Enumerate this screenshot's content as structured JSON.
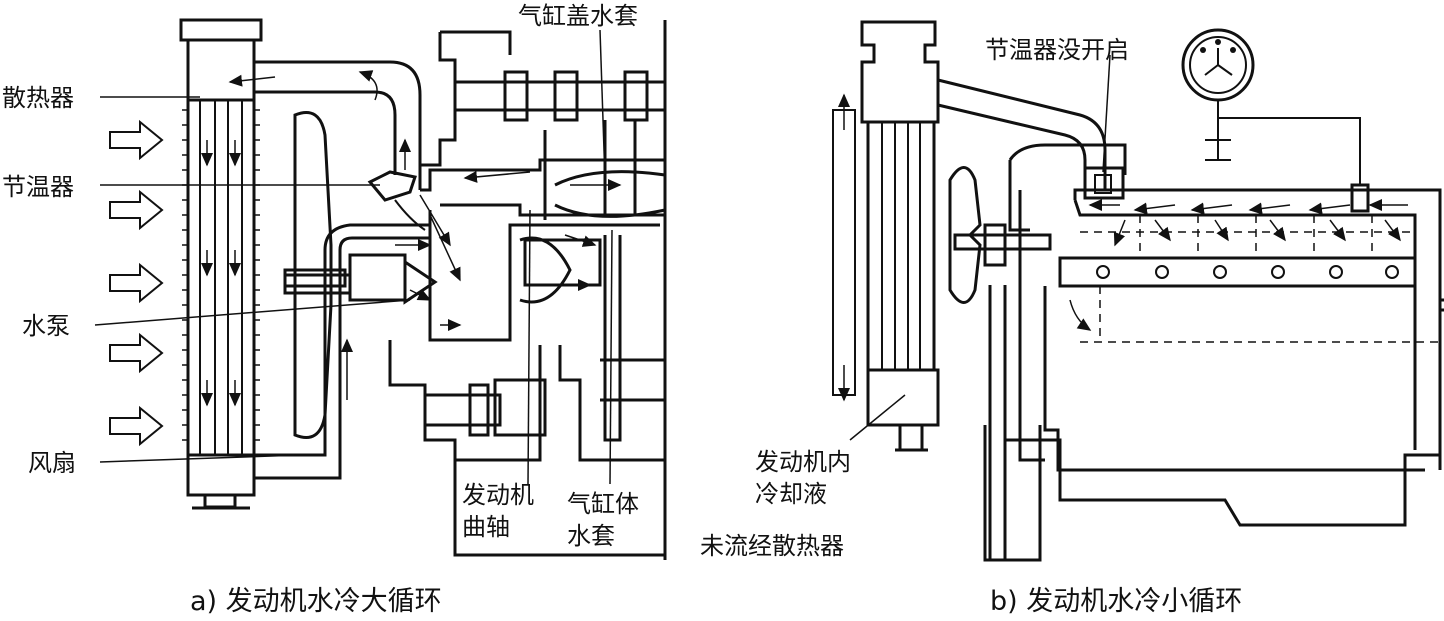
{
  "panel_a": {
    "labels": {
      "radiator": "散热器",
      "thermostat": "节温器",
      "water_pump": "水泵",
      "fan": "风扇",
      "head_jacket": "气缸盖水套",
      "crankshaft": "发动机\n曲轴",
      "block_jacket": "气缸体\n水套"
    },
    "caption": "a) 发动机水冷大循环"
  },
  "panel_b": {
    "labels": {
      "thermostat_closed": "节温器没开启",
      "internal_coolant": "发动机内\n冷却液",
      "not_through_radiator": "未流经散热器"
    },
    "caption": "b) 发动机水冷小循环"
  }
}
